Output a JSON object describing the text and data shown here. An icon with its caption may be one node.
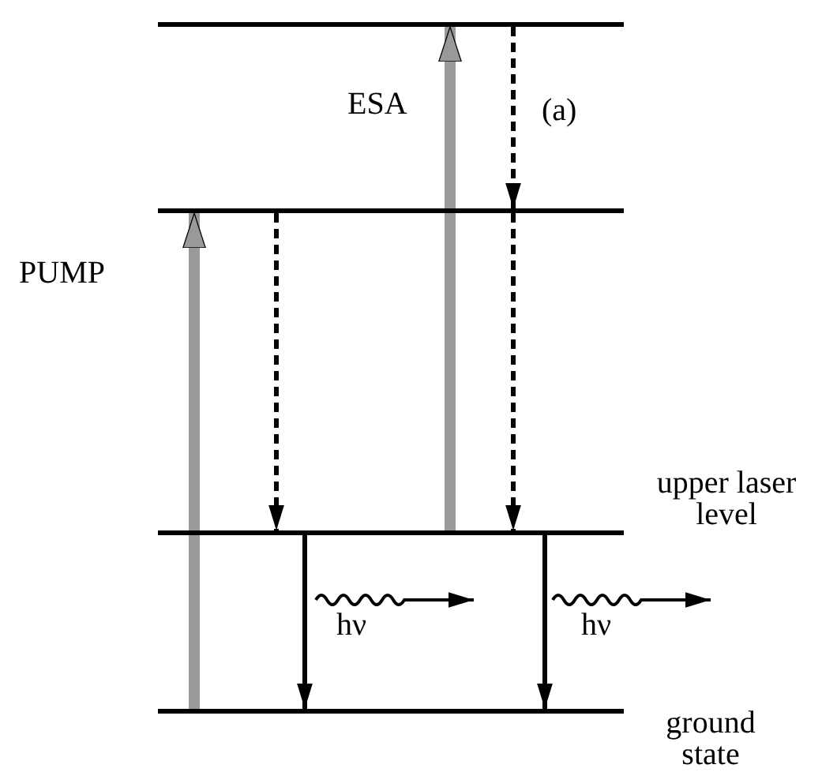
{
  "diagram": {
    "nodes": [
      {
        "text": [],
        "shape": "bar"
      },
      {
        "text": [],
        "shape": "bar"
      },
      {
        "text": [],
        "shape": "bar",
        "beside": [
          "upper laser level"
        ]
      },
      {
        "text": [],
        "shape": "bar",
        "beside": [
          "ground state"
        ]
      }
    ],
    "edges": [
      {
        "from": 3,
        "to": 1,
        "arrow": "to",
        "label": "PUMP",
        "style": "thick",
        "color": "#999999"
      },
      {
        "from": 1,
        "to": 2,
        "arrow": "to",
        "style": "dashed"
      },
      {
        "from": 2,
        "to": 0,
        "arrow": "to",
        "label": "ESA",
        "style": "thick",
        "color": "#999999"
      },
      {
        "from": 0,
        "to": 1,
        "arrow": "to",
        "label": "(a)",
        "style": "dashed"
      },
      {
        "from": 1,
        "to": 2,
        "arrow": "to",
        "style": "dashed"
      },
      {
        "from": 2,
        "to": 3,
        "arrow": "to"
      },
      {
        "from": 2,
        "to": 3,
        "arrow": "to"
      }
    ],
    "labels": [
      "hν",
      "hν"
    ]
  }
}
